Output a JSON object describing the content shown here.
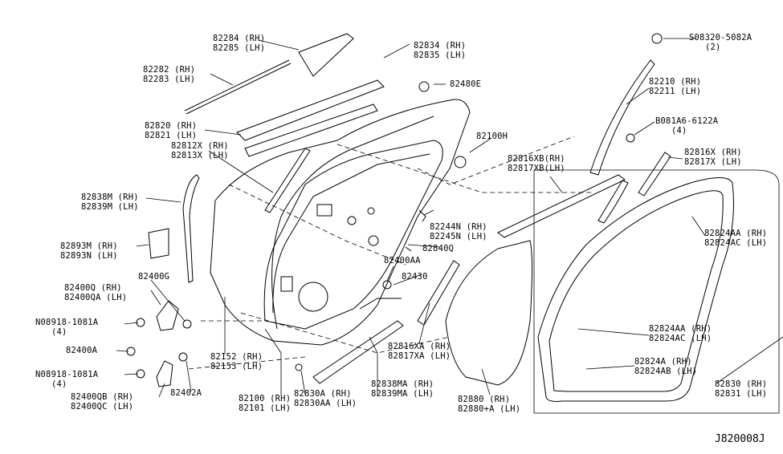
{
  "diagram_code": "J820008J",
  "labels": [
    {
      "id": "l82284",
      "lines": [
        "82284 (RH)",
        "82285 (LH)"
      ]
    },
    {
      "id": "l82834",
      "lines": [
        "82834 (RH)",
        "82835 (LH)"
      ]
    },
    {
      "id": "l82282",
      "lines": [
        "82282 (RH)",
        "82283 (LH)"
      ]
    },
    {
      "id": "l08320",
      "lines": [
        "S08320-5082A",
        "(2)"
      ]
    },
    {
      "id": "l82480e",
      "lines": [
        "82480E"
      ]
    },
    {
      "id": "l82210",
      "lines": [
        "82210 (RH)",
        "82211 (LH)"
      ]
    },
    {
      "id": "l08146",
      "lines": [
        "B081A6-6122A",
        "(4)"
      ]
    },
    {
      "id": "l82820",
      "lines": [
        "82820 (RH)",
        "82821 (LH)"
      ]
    },
    {
      "id": "l82812",
      "lines": [
        "82812X (RH)",
        "82813X (LH)"
      ]
    },
    {
      "id": "l82100h",
      "lines": [
        "82100H"
      ]
    },
    {
      "id": "l82816xb",
      "lines": [
        "82816XB(RH)",
        "82817XB(LH)"
      ]
    },
    {
      "id": "l82816x",
      "lines": [
        "82816X (RH)",
        "82817X (LH)"
      ]
    },
    {
      "id": "l82838m",
      "lines": [
        "82838M (RH)",
        "82839M (LH)"
      ]
    },
    {
      "id": "l82244n",
      "lines": [
        "82244N (RH)",
        "82245N (LH)"
      ]
    },
    {
      "id": "l82824aa1",
      "lines": [
        "82824AA (RH)",
        "82824AC (LH)"
      ]
    },
    {
      "id": "l82893m",
      "lines": [
        "82893M (RH)",
        "82893N (LH)"
      ]
    },
    {
      "id": "l82840q",
      "lines": [
        "82840Q"
      ]
    },
    {
      "id": "l82400aa",
      "lines": [
        "82400AA"
      ]
    },
    {
      "id": "l82400g",
      "lines": [
        "82400G"
      ]
    },
    {
      "id": "l82430",
      "lines": [
        "82430"
      ]
    },
    {
      "id": "l82400q",
      "lines": [
        "82400Q (RH)",
        "82400QA (LH)"
      ]
    },
    {
      "id": "l08918a",
      "lines": [
        "N08918-1081A",
        "(4)"
      ]
    },
    {
      "id": "l82824aa2",
      "lines": [
        "82824AA (RH)",
        "82824AC (LH)"
      ]
    },
    {
      "id": "l82400a",
      "lines": [
        "82400A"
      ]
    },
    {
      "id": "l82152",
      "lines": [
        "82152 (RH)",
        "82153 (LH)"
      ]
    },
    {
      "id": "l82816xa",
      "lines": [
        "82816XA (RH)",
        "82817XA (LH)"
      ]
    },
    {
      "id": "l82824a",
      "lines": [
        "82824A (RH)",
        "82824AB (LH)"
      ]
    },
    {
      "id": "l08918b",
      "lines": [
        "N08918-1081A",
        "(4)"
      ]
    },
    {
      "id": "l82838ma",
      "lines": [
        "82838MA (RH)",
        "82839MA (LH)"
      ]
    },
    {
      "id": "l82830",
      "lines": [
        "82830 (RH)",
        "82831 (LH)"
      ]
    },
    {
      "id": "l82400qb",
      "lines": [
        "82400QB (RH)",
        "82400QC (LH)"
      ]
    },
    {
      "id": "l82402a",
      "lines": [
        "82402A"
      ]
    },
    {
      "id": "l82100",
      "lines": [
        "82100 (RH)",
        "82101 (LH)"
      ]
    },
    {
      "id": "l82830a",
      "lines": [
        "82830A (RH)",
        "82830AA (LH)"
      ]
    },
    {
      "id": "l82880",
      "lines": [
        "82880 (RH)",
        "82880+A (LH)"
      ]
    }
  ]
}
